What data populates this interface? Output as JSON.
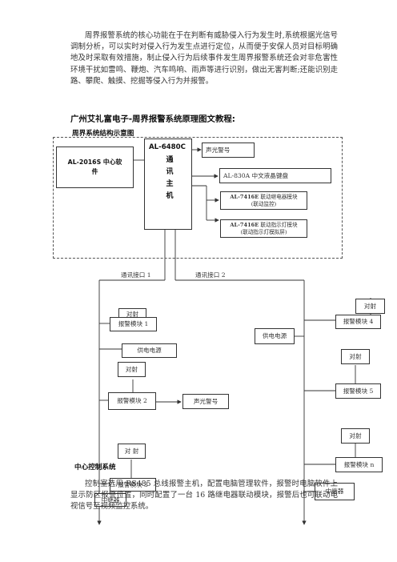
{
  "intro": {
    "text": "周界报警系统的核心功能在于在判断有威胁侵入行为发生时,系统根据光信号调制分析，可以实时对侵入行为发生点进行定位，从而便于安保人员对目标明确地及时采取有效措施，制止侵入行为后续事件发生周界报警系统还会对非危害性环境干扰如雷鸣、鞭炮、汽车鸣响、雨声等进行识别，做出无害判断;还能识别走路、攀爬、触摸、挖掘等侵入行为并报警。"
  },
  "heading": "广州艾礼富电子-周界报警系统原理图文教程:",
  "diagram_title": "周界系统结构示意图",
  "diagram": {
    "center_controller": "AL-2016S 中心软件",
    "main_host_model": "AL-6480C",
    "main_host_chars": [
      "通",
      "讯",
      "主",
      "机"
    ],
    "host_outputs": {
      "strobe": "声光警号",
      "keyboard": "AL-830A 中文液晶键盘",
      "relay_module": {
        "model": "AL-7416E",
        "name": "联动继电器模块",
        "note": "(联动监控)"
      },
      "indicator_module": {
        "model": "AL-7416E",
        "name": "联动指示灯模块",
        "note": "(联动指示灯模拟屏)"
      }
    },
    "port1": "通讯接口 1",
    "port2": "通讯接口 2",
    "left_branch": {
      "beam1": "对射",
      "module1": "报警模块 1",
      "power": "供电电源",
      "beam2": "对射",
      "module2": "报警模块  2",
      "strobe": "声光警号",
      "beam3": "对 射",
      "module3": "报警模块 3",
      "repeater": "中继器"
    },
    "right_branch": {
      "beam4": "对射",
      "module4": "报警模块 4",
      "power": "供电电源",
      "beam5": "对射",
      "module5": "报警模块 5",
      "beam_n": "对射",
      "module_n": "报警模块 n",
      "repeater": "中继器"
    }
  },
  "section2": {
    "heading": "中心控制系统",
    "text": "控制室选用 RS485 总线报警主机，配置电脑管理软件，报警时电脑软件上显示防区报警位置，同时配置了一台 16 路继电器联动模块，报警后也可联动电视信号至视频监控系统。"
  }
}
